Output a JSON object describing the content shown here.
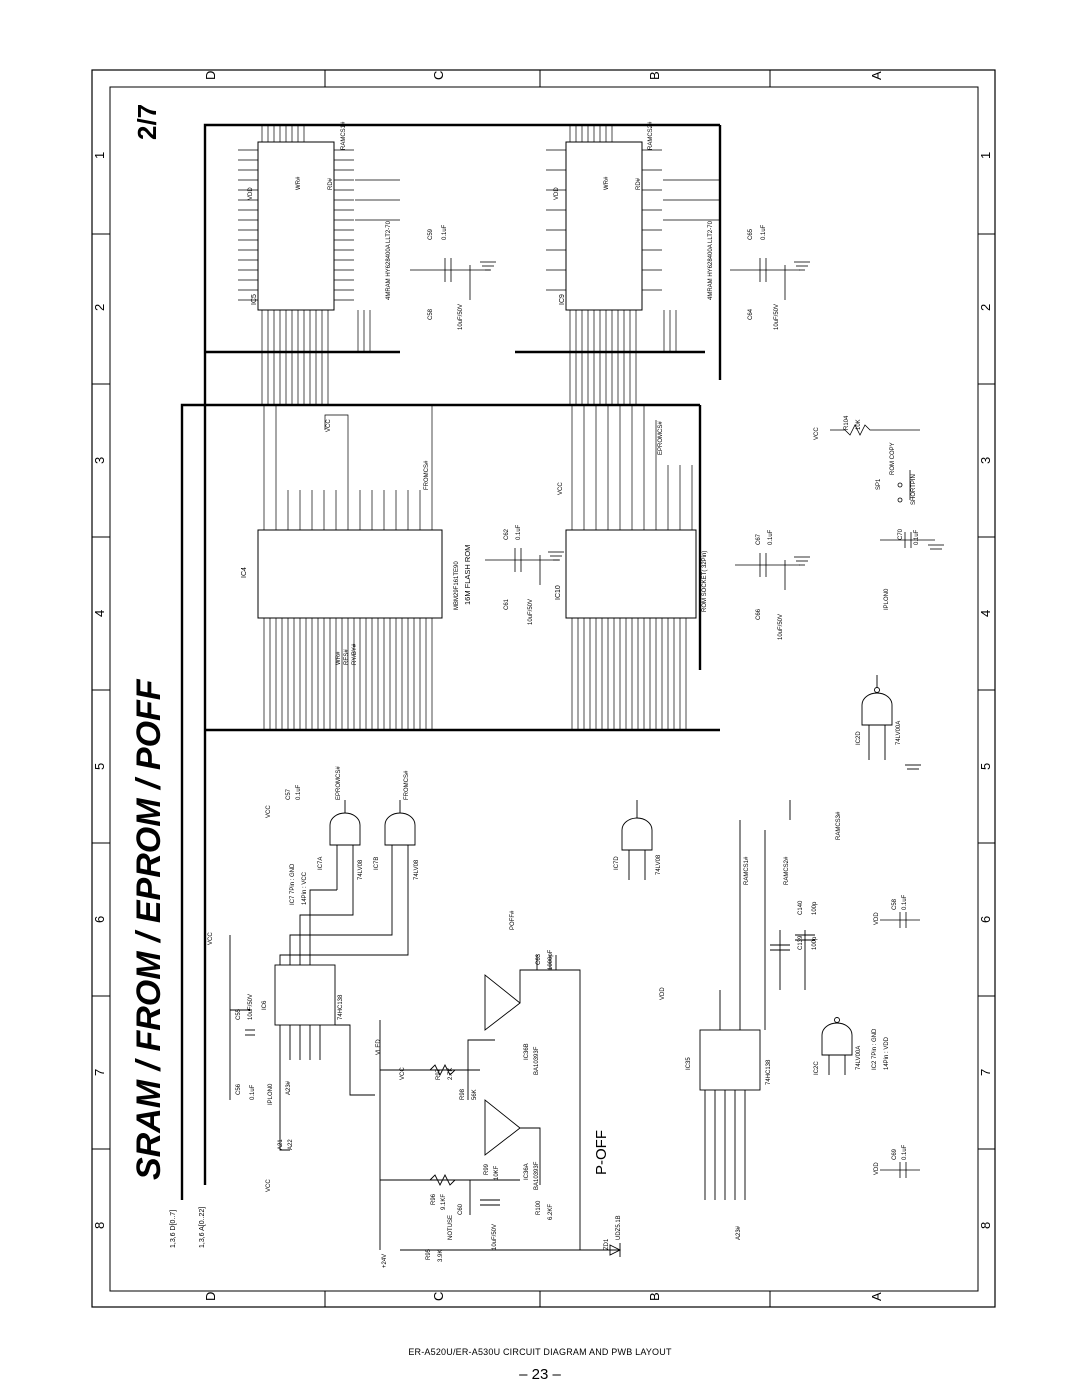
{
  "page": {
    "title": "SRAM / FROM / EPROM / POFF",
    "sheet": "2/7",
    "footer": "ER-A520U/ER-A530U    CIRCUIT DIAGRAM AND PWB LAYOUT",
    "page_number": "– 23 –"
  },
  "frame": {
    "row_letters": [
      "D",
      "C",
      "B",
      "A"
    ],
    "col_numbers": [
      "1",
      "2",
      "3",
      "4",
      "5",
      "6",
      "7",
      "8"
    ]
  },
  "sections": {
    "poff_label": "P-OFF",
    "flash_label": "16M FLASH ROM",
    "flash_part": "MBM29F161TE90",
    "rom_socket": "ROM SOCKET( 32Pin)",
    "sram_part": "4MRAM HY628400A LLT2-70"
  },
  "ics": {
    "ic4": "IC4",
    "ic5": "IC5",
    "ic9": "IC9",
    "ic10": "IC10",
    "ic6": "IC6",
    "ic35": "IC35",
    "ic7a": "IC7A",
    "ic7b": "IC7B",
    "ic7d": "IC7D",
    "ic2c": "IC2C",
    "ic2d": "IC2D",
    "ic36a": "IC36A",
    "ic36b": "IC36B",
    "hc138": "74HC138",
    "lv08": "74LV08",
    "lv00a": "74LV00A",
    "ba10393f": "BA10393F",
    "ic7_power": "IC7  7Pin : GND",
    "ic7_power2": "14Pin : VCC",
    "ic2_power": "IC2  7Pin : GND",
    "ic2_power2": "14Pin : VDD"
  },
  "signals": {
    "vcc": "VCC",
    "vdd": "VDD",
    "vled": "VLED",
    "v24": "+24V",
    "bus_d": "1,3,6  D[0..7]",
    "bus_a": "1,3,6  A[0..22]",
    "eprom_cs": "EPROMCS#",
    "from_cs": "FROMCS#",
    "ramcs1": "RAMCS1#",
    "ramcs2": "RAMCS2#",
    "ramcs3": "RAMCS3#",
    "poff": "POFF#",
    "wr": "WR#",
    "rd": "RD#",
    "res": "RES#",
    "ryby": "RY/BY#",
    "iplon": "IPLON0",
    "a21": "A21",
    "a22": "A22",
    "a23": "A23#",
    "rom_copy": "ROM COPY",
    "shortpin": "SHORTPIN",
    "not_use": "NOTUSE"
  },
  "passives": {
    "c55": "C55",
    "c56": "C56",
    "c57": "C57",
    "c58": "C58",
    "c59": "C59",
    "c60": "C60",
    "c61": "C61",
    "c62": "C62",
    "c63": "C63",
    "c64": "C64",
    "c65": "C65",
    "c66": "C66",
    "c67": "C67",
    "c68": "C68",
    "c69": "C69",
    "c70": "C70",
    "c139": "C139",
    "c140": "C140",
    "r95": "R95",
    "r96": "R96",
    "r97": "R97",
    "r98": "R98",
    "r99": "R99",
    "r100": "R100",
    "r104": "R104",
    "zd1": "ZD1",
    "sp1": "SP1",
    "v_01uf": "0.1uF",
    "v_10uf": "10uF/50V",
    "v_1000pf": "1000pF",
    "v_100p": "100p",
    "v_3k9": "3.9K",
    "v_91k": "9.1KF",
    "v_27k": "2.7K",
    "v_56k": "56K",
    "v_10kf": "10KF",
    "v_62kf": "6.2KF",
    "v_10k": "10K",
    "v_zd": "UDZ5.1B"
  }
}
